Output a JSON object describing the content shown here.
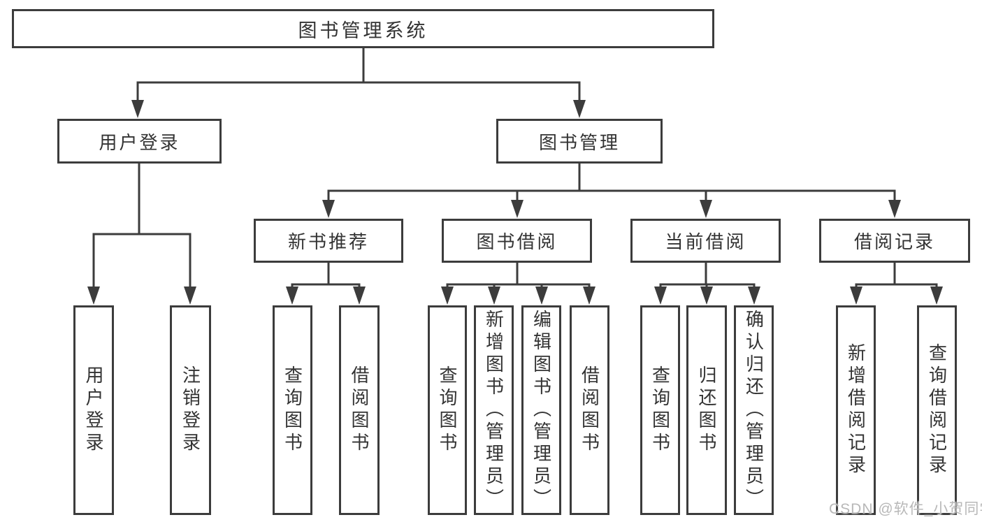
{
  "nodes": {
    "root": {
      "label": "图书管理系统"
    },
    "user_login": {
      "label": "用户登录"
    },
    "book_mgmt": {
      "label": "图书管理"
    },
    "new_book_rec": {
      "label": "新书推荐"
    },
    "book_borrow": {
      "label": "图书借阅"
    },
    "current_borrow": {
      "label": "当前借阅"
    },
    "borrow_records": {
      "label": "借阅记录"
    },
    "leaf_user_login": {
      "label": "用户登录"
    },
    "leaf_logout": {
      "label": "注销登录"
    },
    "leaf_query_book_rec": {
      "label": "查询图书"
    },
    "leaf_borrow_book_rec": {
      "label": "借阅图书"
    },
    "leaf_query_book_borrow": {
      "label": "查询图书"
    },
    "leaf_add_book": {
      "label": "新增图书（管理员）"
    },
    "leaf_edit_book": {
      "label": "编辑图书（管理员）"
    },
    "leaf_borrow_book_borrow": {
      "label": "借阅图书"
    },
    "leaf_query_book_current": {
      "label": "查询图书"
    },
    "leaf_return_book": {
      "label": "归还图书"
    },
    "leaf_confirm_return": {
      "label": "确认归还（管理员）"
    },
    "leaf_add_record": {
      "label": "新增借阅记录"
    },
    "leaf_query_record": {
      "label": "查询借阅记录"
    }
  },
  "watermark": {
    "text": "CSDN @软件_小贺同学"
  },
  "colors": {
    "line": "#3c3c3c",
    "text": "#333333",
    "background": "#ffffff",
    "watermark": "#b8b8b8"
  }
}
